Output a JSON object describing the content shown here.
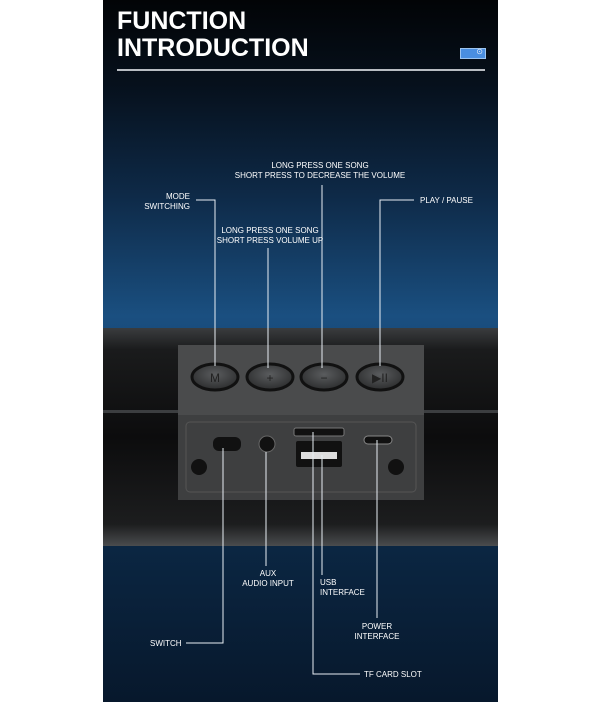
{
  "header": {
    "title_line1": "FUNCTION",
    "title_line2": "INTRODUCTION",
    "badge_icon": "toggle-icon",
    "badge_glyph": "⊙"
  },
  "buttons": [
    {
      "symbol": "M"
    },
    {
      "symbol": "+"
    },
    {
      "symbol": "−"
    },
    {
      "symbol": "▶II"
    }
  ],
  "labels": {
    "mode_1": "MODE",
    "mode_2": "SWITCHING",
    "decrease_1": "LONG PRESS ONE SONG",
    "decrease_2": "SHORT PRESS TO DECREASE THE VOLUME",
    "up_1": "LONG PRESS ONE SONG",
    "up_2": "SHORT PRESS VOLUME UP",
    "play": "PLAY / PAUSE",
    "aux_1": "AUX",
    "aux_2": "AUDIO INPUT",
    "usb_1": "USB",
    "usb_2": "INTERFACE",
    "switch": "SWITCH",
    "power_1": "POWER",
    "power_2": "INTERFACE",
    "tf": "TF CARD SLOT"
  }
}
